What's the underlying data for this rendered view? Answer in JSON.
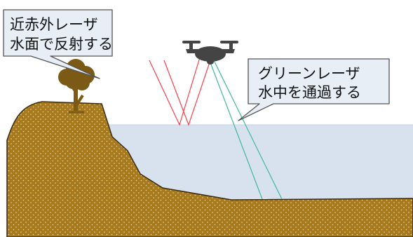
{
  "callouts": {
    "near_infrared": {
      "line1": "近赤外レーザ",
      "line2": "水面で反射する"
    },
    "green": {
      "line1": "グリーンレーザ",
      "line2": "水中を通過する"
    }
  },
  "colors": {
    "ground": "#a87a1e",
    "ground_outline": "#3a2a10",
    "water": "#d8e2ee",
    "callout_fill": "#e8eef6",
    "callout_stroke": "#555555",
    "red_laser": "#ff3b4a",
    "green_laser": "#3fb89a",
    "drone": "#444444",
    "tree": "#7a5a14"
  },
  "icons": [
    "drone-icon",
    "tree-icon"
  ]
}
